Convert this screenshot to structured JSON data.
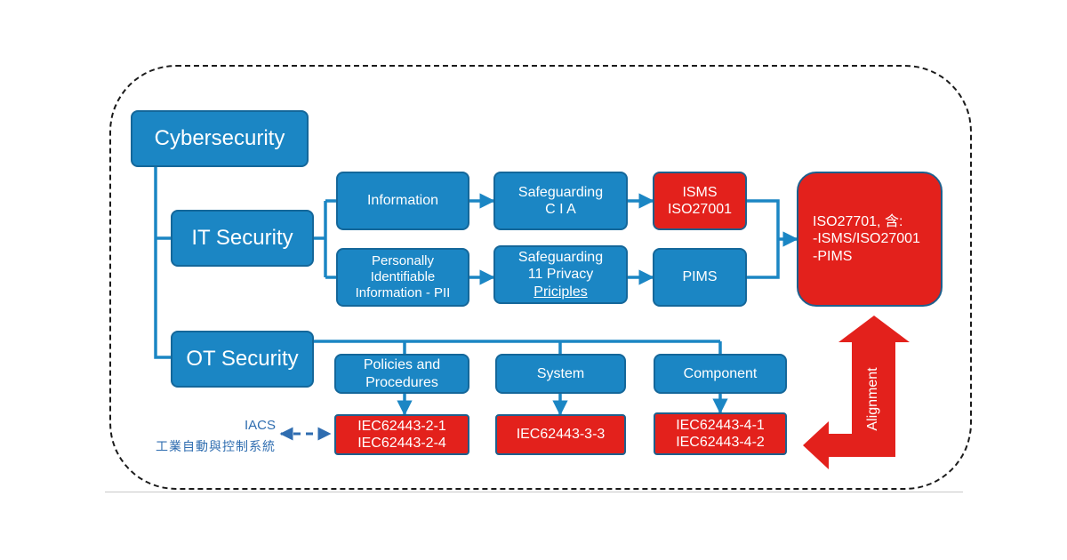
{
  "nodes": {
    "cybersecurity": "Cybersecurity",
    "it_security": "IT Security",
    "ot_security": "OT Security",
    "information": "Information",
    "pii": "Personally\nIdentifiable\nInformation - PII",
    "safeguarding_cia": "Safeguarding\nC I A",
    "safeguarding_privacy_line1": "Safeguarding",
    "safeguarding_privacy_line2": "11 Privacy",
    "safeguarding_privacy_line3": "Priciples",
    "isms": "ISMS\nISO27001",
    "pims": "PIMS",
    "iso27701": "ISO27701, 含:\n-ISMS/ISO27001\n-PIMS",
    "policies": "Policies and\nProcedures",
    "system": "System",
    "component": "Component",
    "iec_policies": "IEC62443-2-1\nIEC62443-2-4",
    "iec_system": "IEC62443-3-3",
    "iec_component": "IEC62443-4-1\nIEC62443-4-2"
  },
  "iacs": {
    "label_en": "IACS",
    "label_zh": "工業自動與控制系統"
  },
  "alignment_label": "Alignment",
  "colors": {
    "blue_box": "#1b86c4",
    "red_box": "#e3211c",
    "connector": "#1b86c4",
    "iacs_text": "#2f6db0",
    "frame": "#1a1a1a"
  }
}
